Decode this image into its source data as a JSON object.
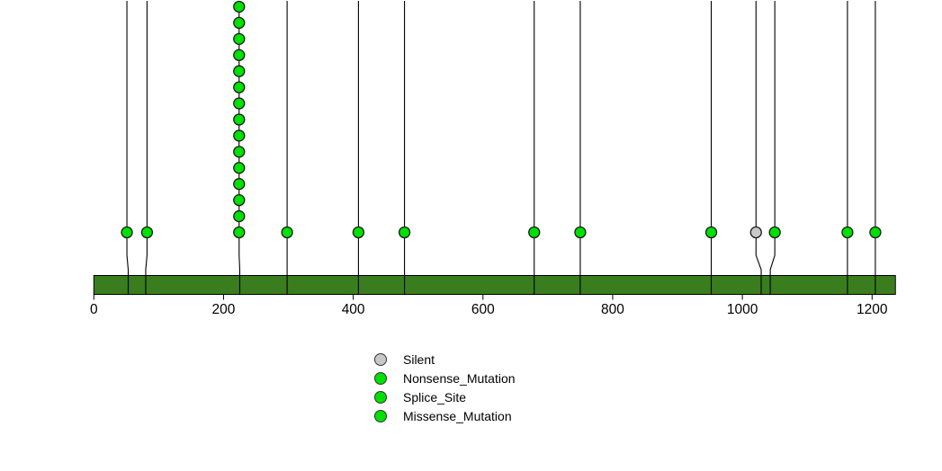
{
  "chart_data": {
    "type": "lollipop",
    "title": "",
    "xlabel": "",
    "ylabel": "",
    "description": "Protein mutation lollipop plot: green backbone bar with mutation circles on stems; one stacked position and one silent (gray) mutation",
    "x_ticks": [
      0,
      200,
      400,
      600,
      800,
      1000,
      1200
    ],
    "protein_length_aa": 1236,
    "stack_spacing_note": "15 mutations stacked at aa ~224",
    "lollipops": [
      {
        "aa_pos": 53,
        "display_pos": 51,
        "count": 1,
        "type_color": "green"
      },
      {
        "aa_pos": 80,
        "display_pos": 82,
        "count": 1,
        "type_color": "green"
      },
      {
        "aa_pos": 225,
        "display_pos": 224,
        "count": 15,
        "type_color": "green"
      },
      {
        "aa_pos": 298,
        "display_pos": 298,
        "count": 1,
        "type_color": "green"
      },
      {
        "aa_pos": 408,
        "display_pos": 408,
        "count": 1,
        "type_color": "green"
      },
      {
        "aa_pos": 479,
        "display_pos": 479,
        "count": 1,
        "type_color": "green"
      },
      {
        "aa_pos": 679,
        "display_pos": 679,
        "count": 1,
        "type_color": "green"
      },
      {
        "aa_pos": 750,
        "display_pos": 750,
        "count": 1,
        "type_color": "green"
      },
      {
        "aa_pos": 952,
        "display_pos": 952,
        "count": 1,
        "type_color": "green"
      },
      {
        "aa_pos": 1029,
        "display_pos": 1021,
        "count": 1,
        "type_color": "gray"
      },
      {
        "aa_pos": 1043,
        "display_pos": 1050,
        "count": 1,
        "type_color": "green"
      },
      {
        "aa_pos": 1162,
        "display_pos": 1162,
        "count": 1,
        "type_color": "green"
      },
      {
        "aa_pos": 1205,
        "display_pos": 1205,
        "count": 1,
        "type_color": "green"
      }
    ],
    "colors": {
      "mutation_green": "#00E000",
      "mutation_gray": "#C8C8C8",
      "protein_bar": "#3A7D1E",
      "stem": "#000000",
      "circle_border": "#1A1A1A",
      "background": "#FFFFFF"
    },
    "legend": {
      "position": "bottom-center",
      "items": [
        {
          "label": "Silent",
          "color": "gray"
        },
        {
          "label": "Nonsense_Mutation",
          "color": "green"
        },
        {
          "label": "Splice_Site",
          "color": "green"
        },
        {
          "label": "Missense_Mutation",
          "color": "green"
        }
      ]
    }
  }
}
